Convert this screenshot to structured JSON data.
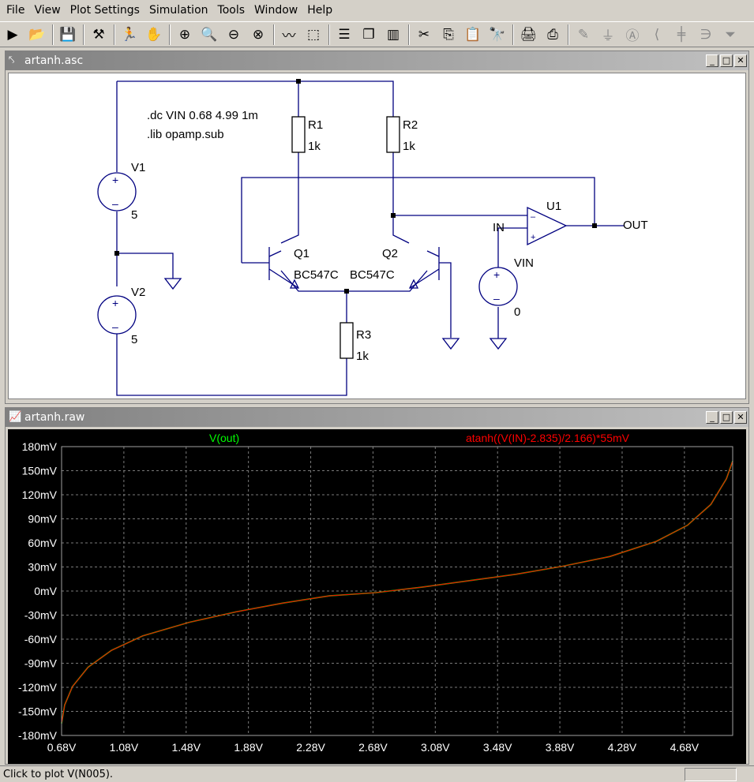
{
  "menu": [
    "File",
    "View",
    "Plot Settings",
    "Simulation",
    "Tools",
    "Window",
    "Help"
  ],
  "toolbar": {
    "groups": [
      [
        "run-icon",
        "open-folder-icon"
      ],
      [
        "save-icon"
      ],
      [
        "control-panel-icon"
      ],
      [
        "run-simulation-icon",
        "pan-hand-icon"
      ],
      [
        "zoom-in-icon",
        "zoom-area-icon",
        "zoom-out-icon",
        "zoom-cancel-icon"
      ],
      [
        "autorange-icon",
        "plot-window-icon"
      ],
      [
        "tile-horizontal-icon",
        "cascade-icon",
        "tile-vertical-icon"
      ],
      [
        "cut-icon",
        "copy-icon",
        "paste-icon",
        "find-icon"
      ],
      [
        "print-setup-icon",
        "print-icon"
      ],
      [
        "draw-wire-icon",
        "ground-icon",
        "label-icon",
        "resistor-icon",
        "capacitor-icon",
        "inductor-icon",
        "diode-icon"
      ]
    ]
  },
  "schematic_window": {
    "title": "artanh.asc",
    "directives": [
      ".dc VIN 0.68 4.99 1m",
      ".lib opamp.sub"
    ],
    "components": {
      "V1": {
        "name": "V1",
        "value": "5"
      },
      "V2": {
        "name": "V2",
        "value": "5"
      },
      "R1": {
        "name": "R1",
        "value": "1k"
      },
      "R2": {
        "name": "R2",
        "value": "1k"
      },
      "R3": {
        "name": "R3",
        "value": "1k"
      },
      "Q1": {
        "name": "Q1",
        "value": "BC547C"
      },
      "Q2": {
        "name": "Q2",
        "value": "BC547C"
      },
      "U1": {
        "name": "U1"
      },
      "VIN": {
        "name": "VIN",
        "value": "0"
      }
    },
    "net_labels": {
      "in": "IN",
      "out": "OUT"
    }
  },
  "plot_window": {
    "title": "artanh.raw",
    "trace_labels": {
      "vout": "V(out)",
      "expr": "atanh((V(IN)-2.835)/2.166)*55mV"
    }
  },
  "chart_data": {
    "type": "line",
    "xlim": [
      0.68,
      4.99
    ],
    "ylim": [
      -180,
      180
    ],
    "x_ticks": [
      "0.68V",
      "1.08V",
      "1.48V",
      "1.88V",
      "2.28V",
      "2.68V",
      "3.08V",
      "3.48V",
      "3.88V",
      "4.28V",
      "4.68V"
    ],
    "x_tick_values": [
      0.68,
      1.08,
      1.48,
      1.88,
      2.28,
      2.68,
      3.08,
      3.48,
      3.88,
      4.28,
      4.68
    ],
    "y_ticks": [
      "180mV",
      "150mV",
      "120mV",
      "90mV",
      "60mV",
      "30mV",
      "0mV",
      "-30mV",
      "-60mV",
      "-90mV",
      "-120mV",
      "-150mV",
      "-180mV"
    ],
    "y_tick_values": [
      180,
      150,
      120,
      90,
      60,
      30,
      0,
      -30,
      -60,
      -90,
      -120,
      -150,
      -180
    ],
    "grid": true,
    "series": [
      {
        "name": "V(out)",
        "color": "#00ff00",
        "x": [
          0.68,
          0.7,
          0.75,
          0.85,
          1.0,
          1.2,
          1.5,
          1.8,
          2.1,
          2.4,
          2.7,
          3.0,
          3.3,
          3.6,
          3.9,
          4.2,
          4.5,
          4.7,
          4.85,
          4.95,
          4.99
        ],
        "y": [
          -165,
          -142,
          -119,
          -95,
          -74,
          -56,
          -39,
          -26,
          -15,
          -6,
          -2,
          5,
          13,
          21,
          31,
          43,
          62,
          82,
          108,
          140,
          162
        ]
      },
      {
        "name": "atanh((V(IN)-2.835)/2.166)*55mV",
        "color": "#ff0000",
        "x": [
          0.68,
          0.7,
          0.75,
          0.85,
          1.0,
          1.2,
          1.5,
          1.8,
          2.1,
          2.4,
          2.7,
          3.0,
          3.3,
          3.6,
          3.9,
          4.2,
          4.5,
          4.7,
          4.85,
          4.95,
          4.99
        ],
        "y": [
          -165,
          -142,
          -119,
          -95,
          -74,
          -56,
          -39,
          -26,
          -15,
          -6,
          -2,
          5,
          13,
          21,
          31,
          43,
          62,
          82,
          108,
          140,
          162
        ]
      }
    ]
  },
  "status": {
    "text": "Click to plot V(N005)."
  },
  "colors": {
    "background": "#d4d0c8",
    "plot_bg": "#000000",
    "grid": "#7a7a7a",
    "wire": "#000080",
    "comp_label": "#000000"
  }
}
